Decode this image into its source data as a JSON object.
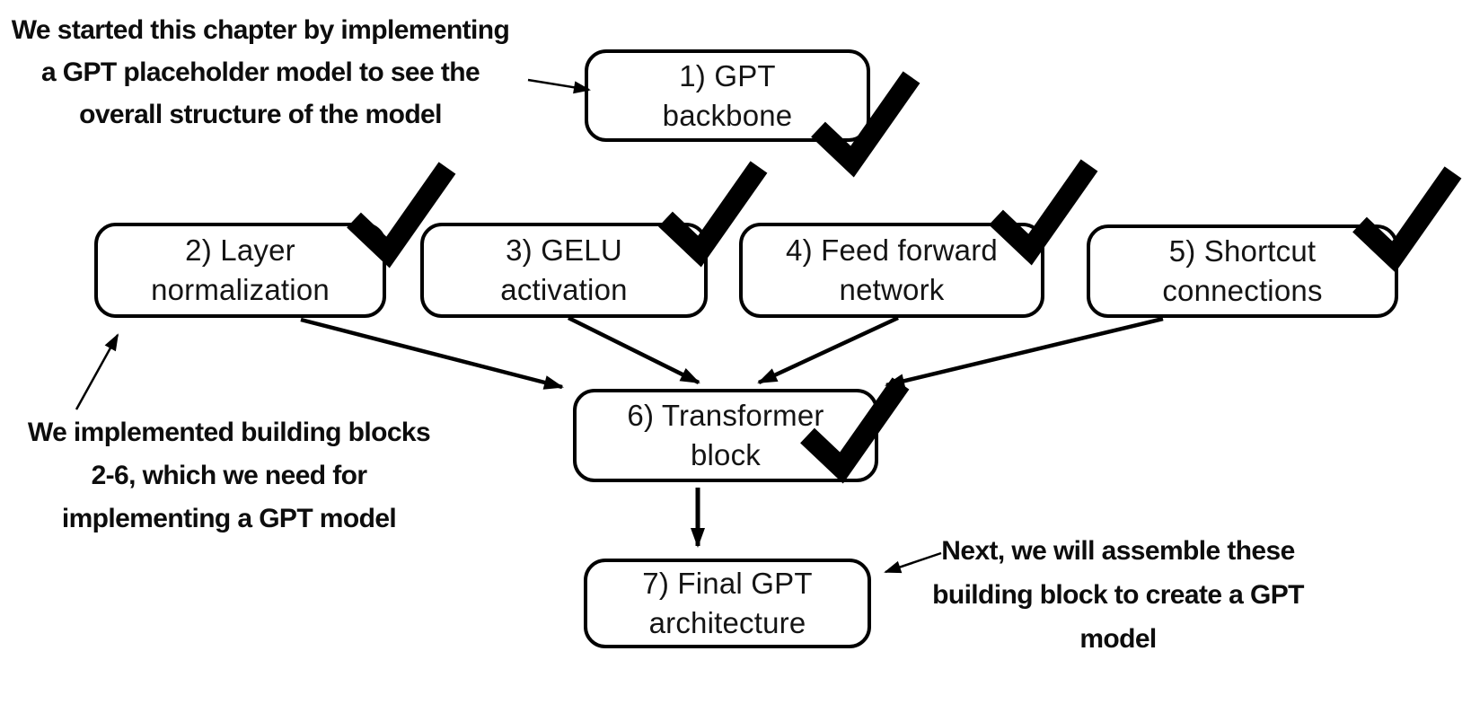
{
  "diagram_title": "GPT building blocks flow diagram",
  "colors": {
    "background": "#ffffff",
    "ink": "#000000",
    "box_text": "#141414"
  },
  "nodes": [
    {
      "id": "gpt-backbone",
      "line1": "1) GPT",
      "line2": "backbone",
      "checked": true
    },
    {
      "id": "layer-normalization",
      "line1": "2) Layer",
      "line2": "normalization",
      "checked": true
    },
    {
      "id": "gelu-activation",
      "line1": "3) GELU",
      "line2": "activation",
      "checked": true
    },
    {
      "id": "feed-forward-network",
      "line1": "4) Feed forward",
      "line2": "network",
      "checked": true
    },
    {
      "id": "shortcut-connections",
      "line1": "5) Shortcut",
      "line2": "connections",
      "checked": true
    },
    {
      "id": "transformer-block",
      "line1": "6) Transformer",
      "line2": "block",
      "checked": true
    },
    {
      "id": "final-gpt-architecture",
      "line1": "7) Final GPT",
      "line2": "architecture",
      "checked": false
    }
  ],
  "annotations": {
    "intro": {
      "line1": "We started this chapter by implementing",
      "line2": "a GPT placeholder model to see the",
      "line3": "overall structure of the model"
    },
    "blocks": {
      "line1": "We implemented building blocks",
      "line2": "2-6, which we need for",
      "line3": "implementing a GPT model"
    },
    "next": {
      "line1": "Next, we will assemble these",
      "line2": "building block to create a GPT",
      "line3": "model"
    }
  },
  "icons": {
    "checkmark": "done-checkmark"
  }
}
